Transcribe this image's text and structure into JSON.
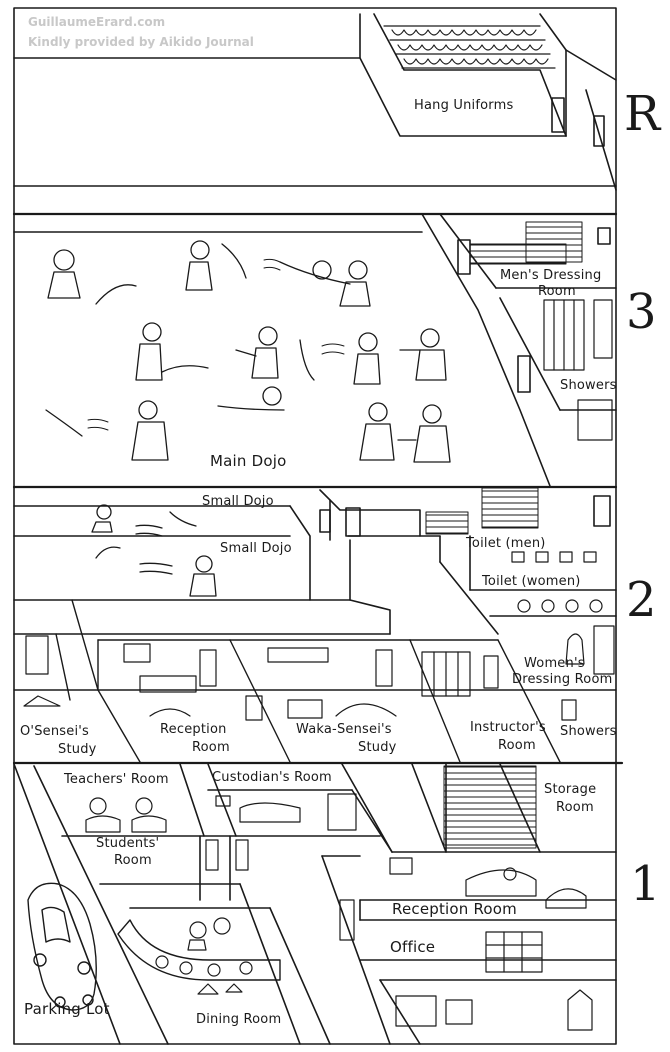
{
  "credits": {
    "line1": "GuillaumeErard.com",
    "line2": "Kindly provided by Aikido Journal"
  },
  "floors": {
    "roof": "R",
    "third": "3",
    "second": "2",
    "first": "1"
  },
  "rooms": {
    "hang_uniforms": "Hang Uniforms",
    "mens_dressing": "Men's Dressing",
    "mens_dressing_2": "Room",
    "showers_3": "Showers",
    "main_dojo": "Main Dojo",
    "small_dojo_a": "Small Dojo",
    "small_dojo_b": "Small Dojo",
    "toilet_men": "Toilet (men)",
    "toilet_women": "Toilet (women)",
    "womens_dressing": "Women's",
    "womens_dressing_2": "Dressing Room",
    "osensei_study": "O'Sensei's",
    "osensei_study_2": "Study",
    "reception_2": "Reception",
    "reception_2b": "Room",
    "waka_sensei": "Waka-Sensei's",
    "waka_sensei_2": "Study",
    "instructors_room": "Instructor's",
    "instructors_room_2": "Room",
    "showers_2": "Showers",
    "teachers_room": "Teachers' Room",
    "custodians_room": "Custodian's Room",
    "storage_room": "Storage",
    "storage_room_2": "Room",
    "students_room": "Students'",
    "students_room_2": "Room",
    "reception_1": "Reception Room",
    "office": "Office",
    "parking_lot": "Parking Lot",
    "dining_room": "Dining Room"
  }
}
